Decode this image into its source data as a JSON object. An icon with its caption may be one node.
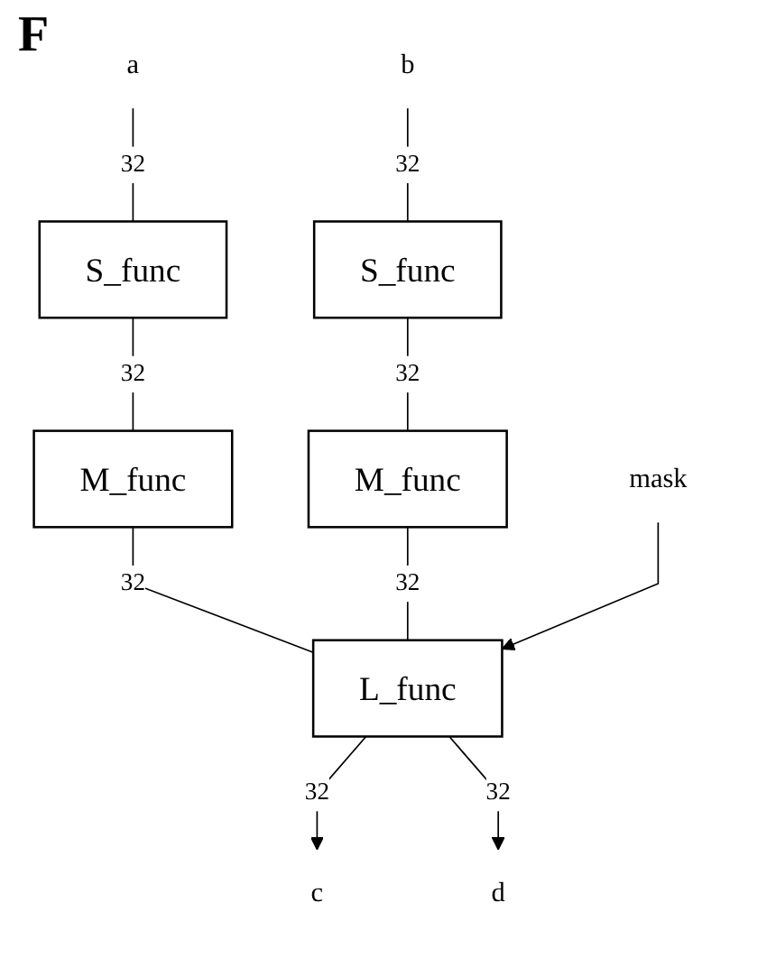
{
  "diagram": {
    "nodes": [
      {
        "text": [
          "a"
        ]
      },
      {
        "text": [
          "b"
        ]
      },
      {
        "text": [
          "S_func"
        ]
      },
      {
        "text": [
          "S_func"
        ]
      },
      {
        "text": [
          "M_func"
        ]
      },
      {
        "text": [
          "M_func"
        ]
      },
      {
        "text": [
          "L_func"
        ]
      },
      {
        "text": [
          "mask"
        ]
      },
      {
        "text": [
          "c"
        ]
      },
      {
        "text": [
          "d"
        ]
      }
    ],
    "edges": [
      {
        "from": 0,
        "to": 2,
        "arrow": "none",
        "label": "32"
      },
      {
        "from": 1,
        "to": 3,
        "arrow": "none",
        "label": "32"
      },
      {
        "from": 2,
        "to": 4,
        "arrow": "none",
        "label": "32"
      },
      {
        "from": 3,
        "to": 5,
        "arrow": "none",
        "label": "32"
      },
      {
        "from": 4,
        "to": 6,
        "arrow": "none",
        "label": "32"
      },
      {
        "from": 5,
        "to": 6,
        "arrow": "none",
        "label": "32"
      },
      {
        "from": 7,
        "to": 6,
        "arrow": "to"
      },
      {
        "from": 6,
        "to": 8,
        "arrow": "to",
        "label": "32"
      },
      {
        "from": 6,
        "to": 9,
        "arrow": "to",
        "label": "32"
      }
    ],
    "labels": [
      "F"
    ]
  }
}
